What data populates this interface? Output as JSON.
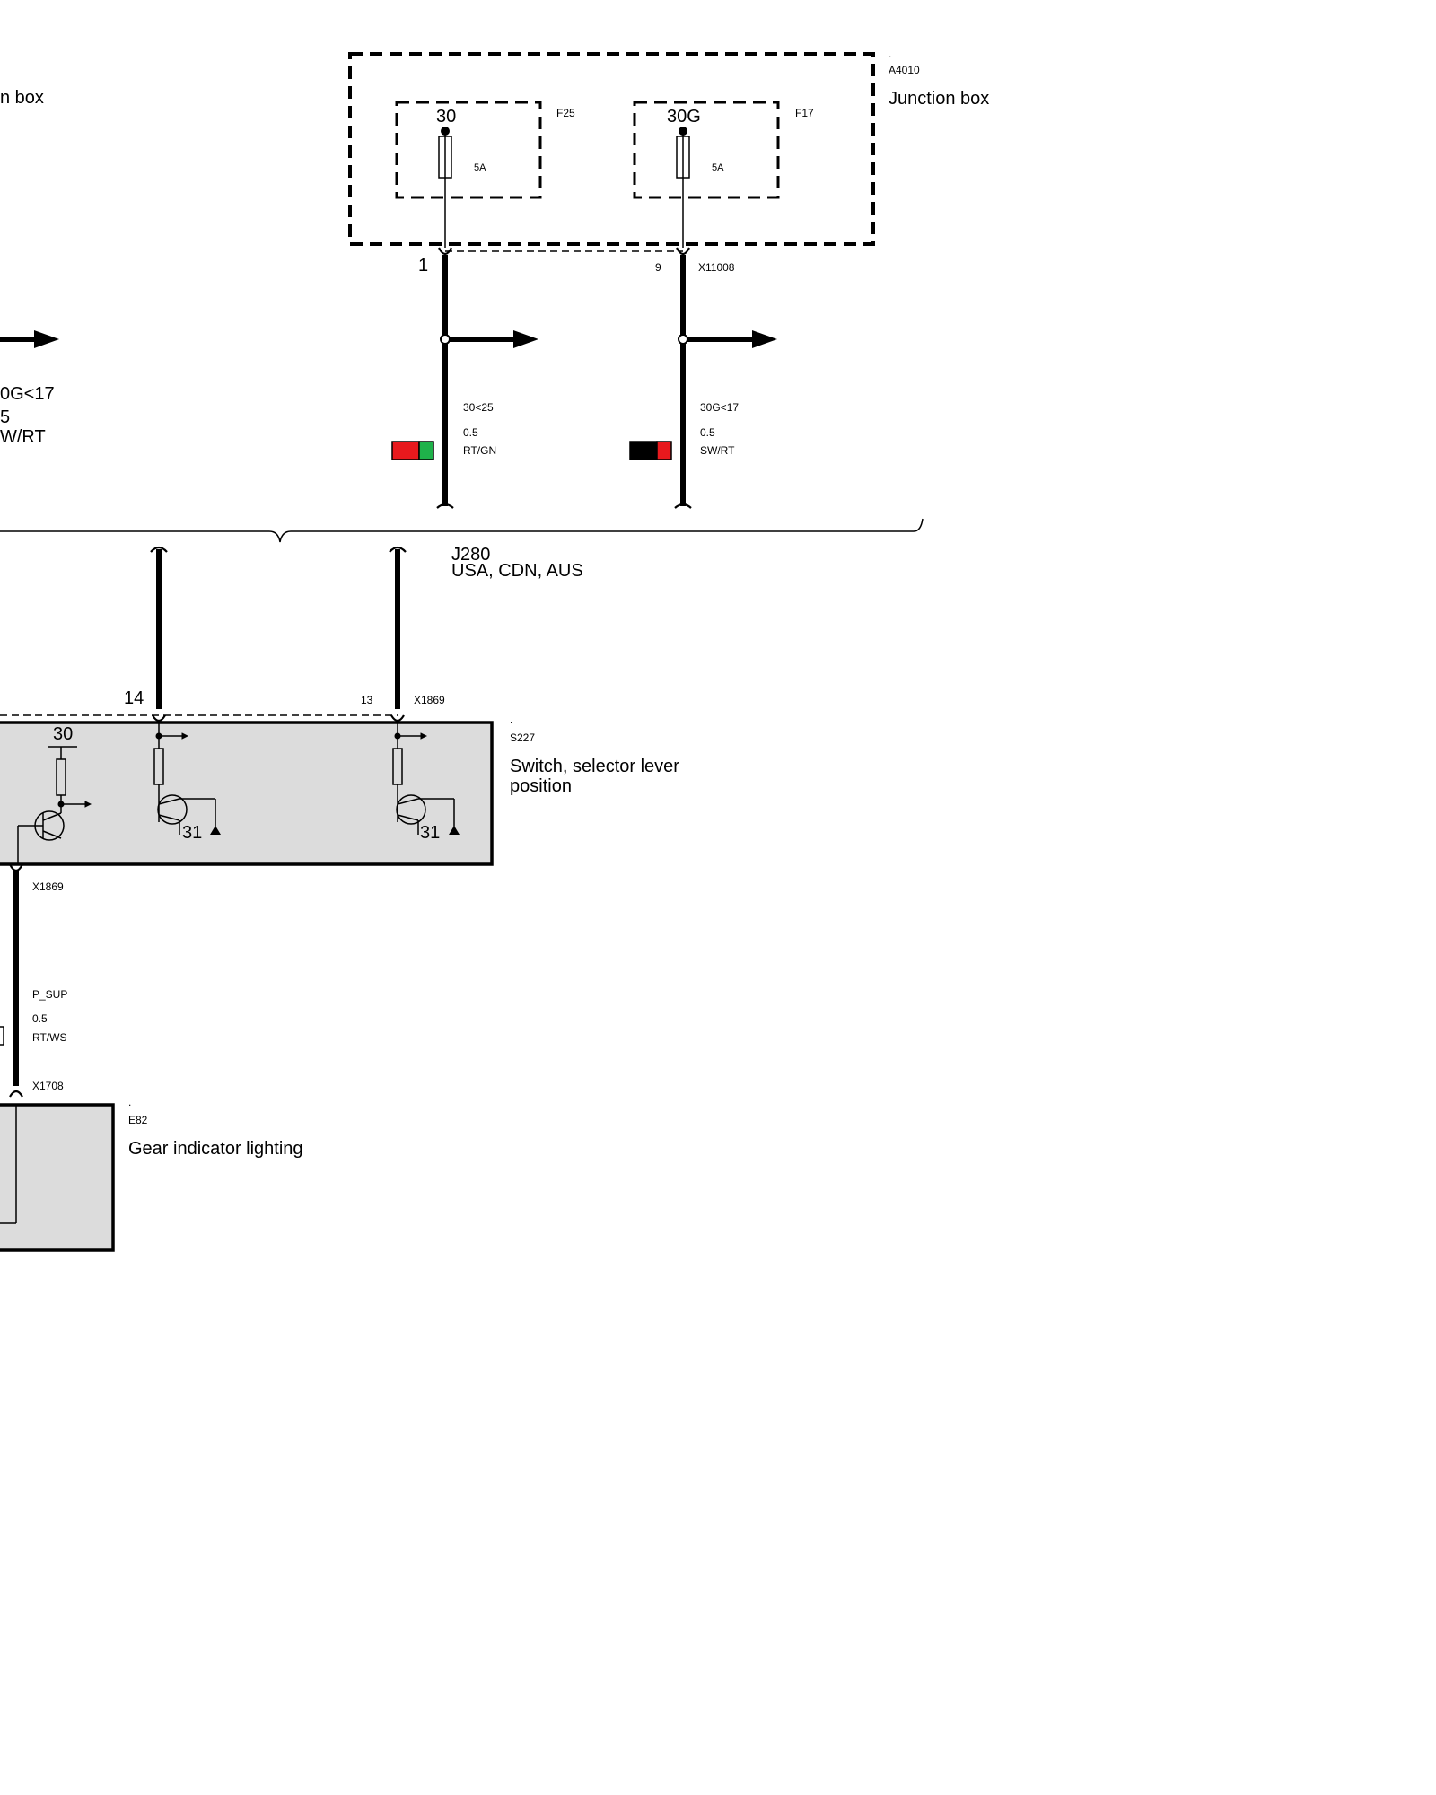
{
  "left_cut": {
    "box_label_fragment": "n box",
    "wire_circuit": "0G<17",
    "wire_size": "5",
    "wire_color": "W/RT"
  },
  "junction_box": {
    "dot": ".",
    "id": "A4010",
    "name": "Junction box",
    "fuse_left": {
      "terminal": "30",
      "id": "F25",
      "rating": "5A"
    },
    "fuse_right": {
      "terminal": "30G",
      "id": "F17",
      "rating": "5A"
    },
    "pin_left": "1",
    "pin_right": "9",
    "connector": "X11008"
  },
  "wire_a": {
    "circuit": "30<25",
    "size": "0.5",
    "color": "RT/GN",
    "swatch": [
      "#e8191d",
      "#1fb24a"
    ]
  },
  "wire_b": {
    "circuit": "30G<17",
    "size": "0.5",
    "color": "SW/RT",
    "swatch": [
      "#000000",
      "#e8191d"
    ]
  },
  "option": {
    "code": "J280",
    "markets": "USA, CDN, AUS"
  },
  "switch": {
    "dot": ".",
    "id": "S227",
    "name_line1": "Switch, selector lever",
    "name_line2": "position",
    "pin_left": "14",
    "pin_right": "13",
    "connector_top": "X1869",
    "terminal_30": "30",
    "ground_1": "31",
    "ground_2": "31",
    "connector_bottom": "X1869"
  },
  "wire_c": {
    "circuit": "P_SUP",
    "size": "0.5",
    "color": "RT/WS"
  },
  "gear_lighting": {
    "connector": "X1708",
    "dot": ".",
    "id": "E82",
    "name": "Gear indicator lighting"
  }
}
